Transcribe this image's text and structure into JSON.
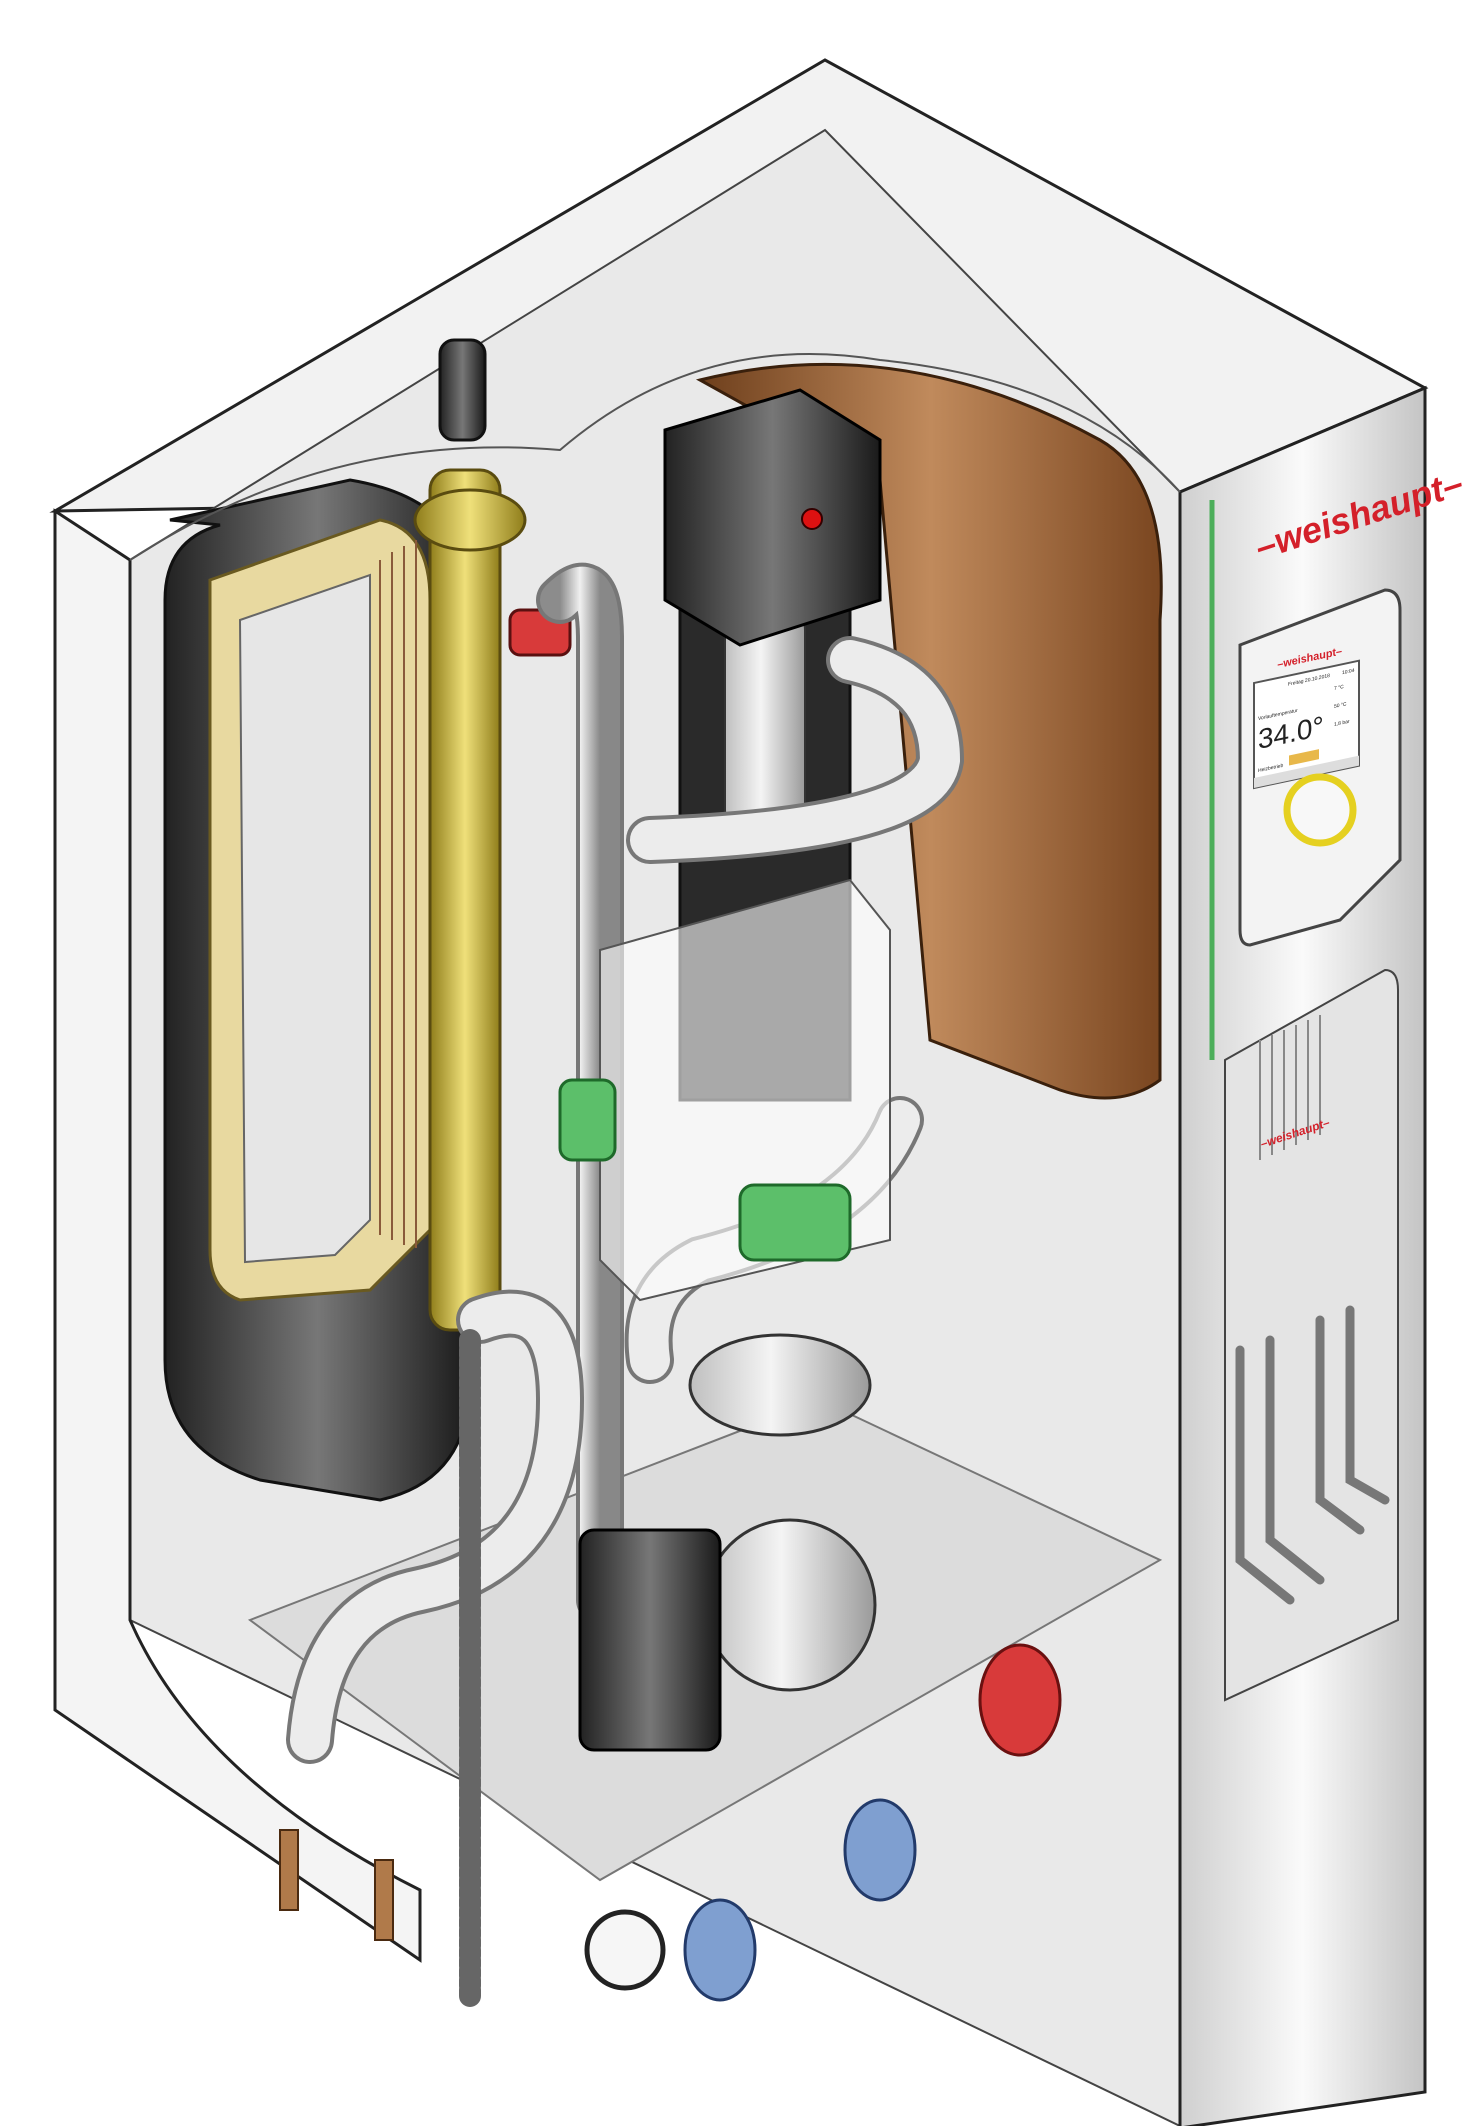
{
  "brand": {
    "name": "weishaupt",
    "panel_logo": "–weishaupt–",
    "lower_logo": "–weishaupt–"
  },
  "display": {
    "logo": "–weishaupt–",
    "date_time": "Freitag 20.10.2018",
    "clock": "10:04",
    "label": "Vorlauftemperatur",
    "value": "34.0°",
    "outdoor_temp": "7 °C",
    "water_temp": "50 °C",
    "pressure": "1,8 bar",
    "mode": "Heizbetrieb"
  },
  "colors": {
    "brand_red": "#d4202a",
    "tank_brown": "#8a5226",
    "brass": "#c9b23a",
    "valve_blue": "#7f9fd0",
    "valve_red": "#d83a3a",
    "green_accent": "#4cae5a",
    "display_yellow": "#e8b84a"
  }
}
